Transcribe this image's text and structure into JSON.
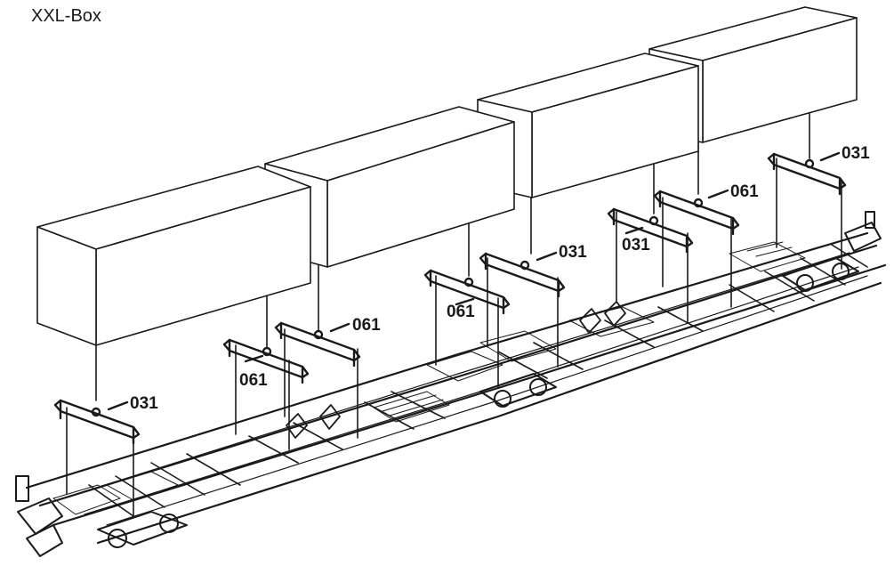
{
  "title": "XXL-Box",
  "callouts": [
    "031",
    "061",
    "061",
    "031",
    "061",
    "061",
    "031",
    "031"
  ]
}
